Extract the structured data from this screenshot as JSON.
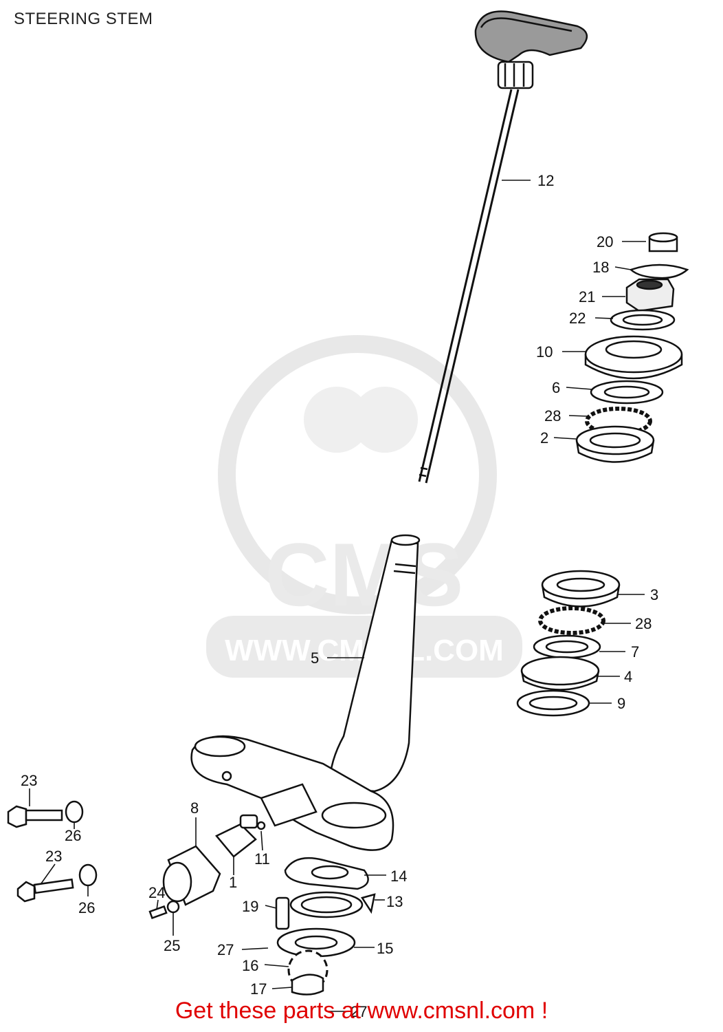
{
  "title": "STEERING STEM",
  "footer_text": "Get these parts at www.cmsnl.com !",
  "watermark": {
    "brand": "CMS",
    "url": "WWW.CMSNL.COM"
  },
  "colors": {
    "footer": "#e00000",
    "line": "#111111",
    "watermark": "#d9d9d9"
  },
  "callouts": [
    "12",
    "20",
    "18",
    "21",
    "22",
    "10",
    "6",
    "28",
    "2",
    "3",
    "28",
    "7",
    "4",
    "9",
    "5",
    "8",
    "11",
    "1",
    "14",
    "13",
    "19",
    "15",
    "23",
    "26",
    "23",
    "26",
    "24",
    "25",
    "27",
    "16",
    "17",
    "27"
  ]
}
